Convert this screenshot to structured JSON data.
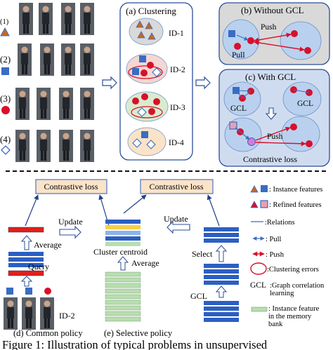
{
  "rows": [
    {
      "num": "(1)",
      "shape": "triangle"
    },
    {
      "num": "(2)",
      "shape": "square"
    },
    {
      "num": "(3)",
      "shape": "circle"
    },
    {
      "num": "(4)",
      "shape": "diamond"
    }
  ],
  "clustering": {
    "title": "(a) Clustering",
    "ids": [
      "ID-1",
      "ID-2",
      "ID-3",
      "ID-4"
    ]
  },
  "without_gcl": {
    "title": "(b) Without GCL",
    "push": "Push",
    "pull": "Pull"
  },
  "with_gcl": {
    "title": "(c) With GCL",
    "gcl_left": "GCL",
    "gcl_right": "GCL",
    "push": "Push",
    "footer": "Contrastive loss"
  },
  "common": {
    "loss": "Contrastive loss",
    "update": "Update",
    "average": "Average",
    "query": "Query",
    "id": "ID-2",
    "caption": "(d) Common policy"
  },
  "selective": {
    "loss": "Contrastive loss",
    "update": "Update",
    "centroid": "Cluster centroid",
    "average": "Average",
    "select": "Select",
    "gcl": "GCL",
    "caption": "(e) Selective policy"
  },
  "legend": [
    {
      "key": "instance",
      "text": ": Instance features"
    },
    {
      "key": "refined",
      "text": ": Refined features"
    },
    {
      "key": "relations",
      "text": ":Relations"
    },
    {
      "key": "pull",
      "text": ": Pull"
    },
    {
      "key": "push",
      "text": ": Push"
    },
    {
      "key": "errors",
      "text": ":Clustering errors"
    },
    {
      "key": "gcl",
      "abbr": "GCL",
      "text": ":Graph correlation learning"
    },
    {
      "key": "memory",
      "text": ": Instance feature in the memory bank"
    }
  ],
  "figure_caption": "Figure 1: Illustration of typical problems in unsupervised",
  "colors": {
    "blue": "#3a6cc4",
    "red": "#d8102a",
    "orange": "#c9671e",
    "lightblue": "#b9d1ee",
    "panelblue": "#cfdcf0",
    "pink": "#f4d7d2",
    "green": "#d9ebcf",
    "peach": "#fbe3c8",
    "gray": "#d9d9d9",
    "bar_blue": "#2c5fc2",
    "bar_red": "#e0201c",
    "bar_yellow": "#f6cf4a",
    "bar_green": "#b8deb0",
    "bar_lightblue": "#8fb3e8"
  }
}
